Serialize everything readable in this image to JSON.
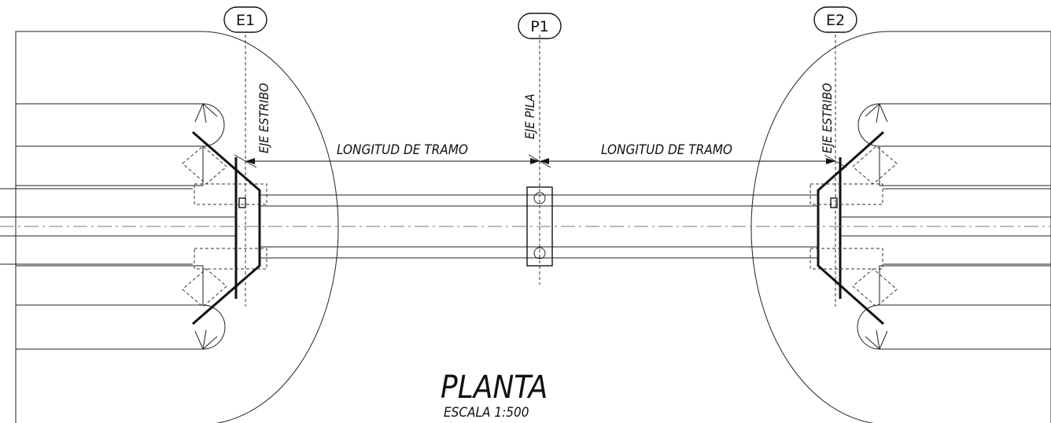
{
  "axes": [
    {
      "tag": "E1",
      "axis_label": "EJE ESTRIBO"
    },
    {
      "tag": "P1",
      "axis_label": "EJE PILA"
    },
    {
      "tag": "E2",
      "axis_label": "EJE ESTRIBO"
    }
  ],
  "spans": [
    {
      "label": "LONGITUD DE TRAMO"
    },
    {
      "label": "LONGITUD DE TRAMO"
    }
  ],
  "title": {
    "main": "PLANTA",
    "scale": "ESCALA 1:500"
  },
  "colors": {
    "line": "#111111",
    "hatch": "#9a9a9a",
    "background": "#ffffff"
  }
}
